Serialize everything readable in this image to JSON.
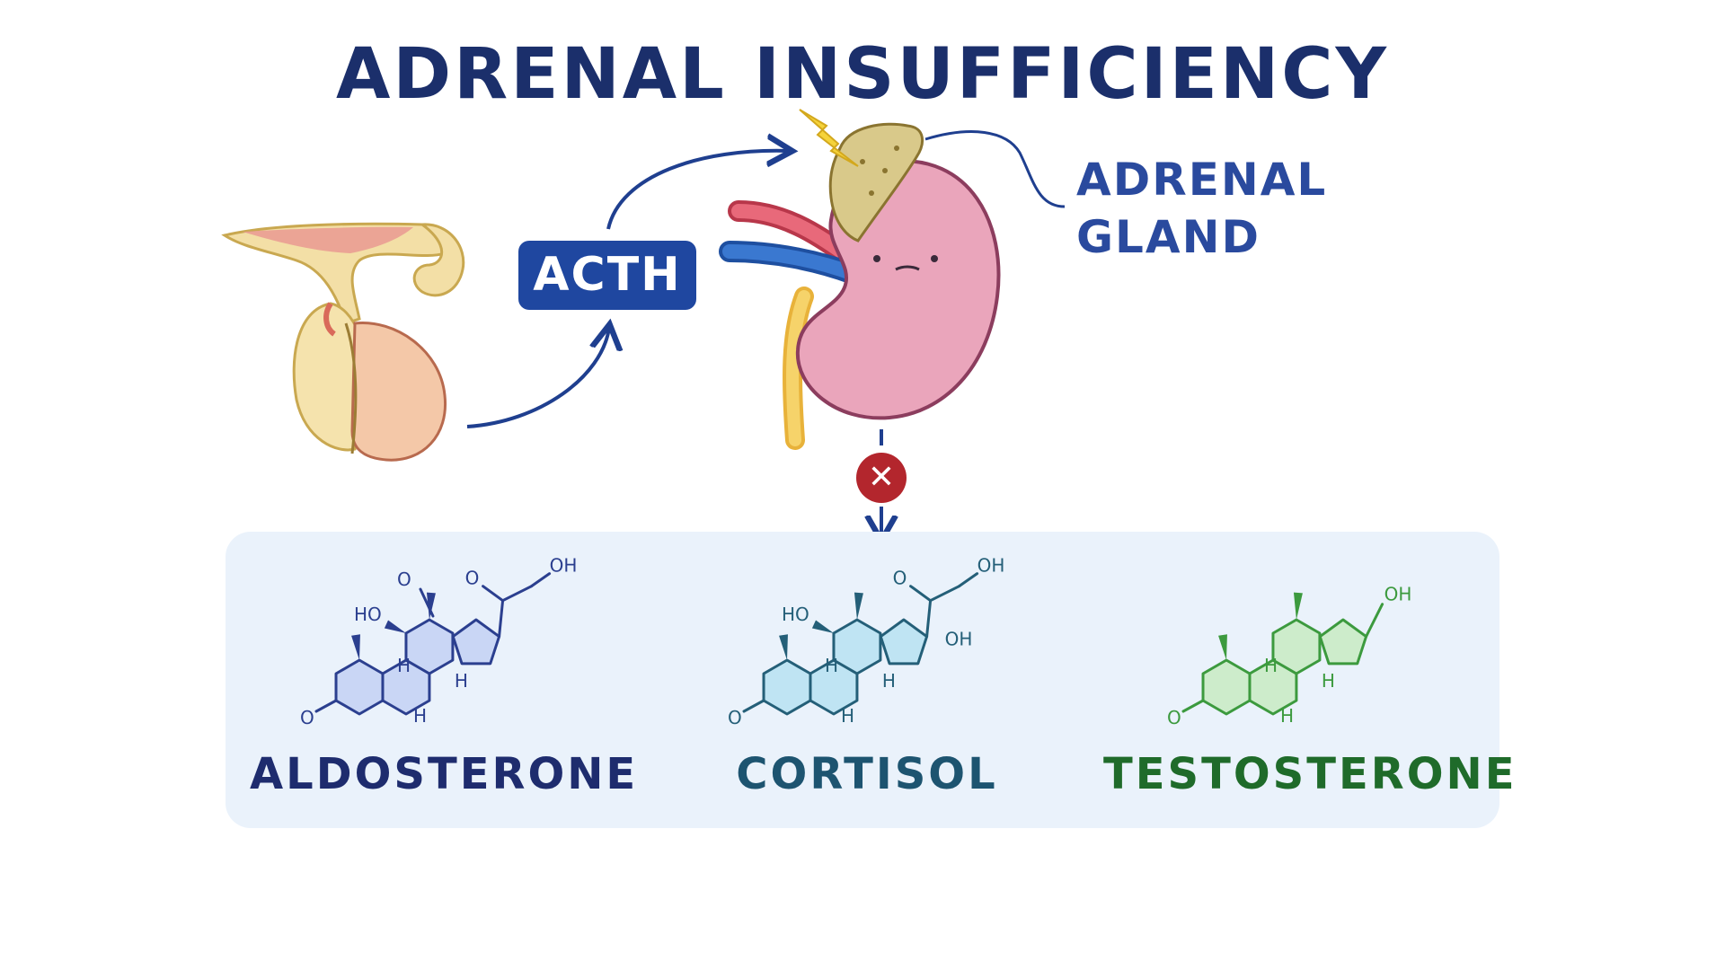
{
  "title": "ADRENAL INSUFFICIENCY",
  "acth_label": "ACTH",
  "adrenal_gland_label": {
    "line1": "ADRENAL",
    "line2": "GLAND"
  },
  "blocked_symbol": "✕",
  "hormones": [
    {
      "name": "ALDOSTERONE",
      "color": "#1e2c6e",
      "structure_color": "#2b3f8f",
      "ring_fill": "#c9d6f5"
    },
    {
      "name": "CORTISOL",
      "color": "#1d5470",
      "structure_color": "#245f78",
      "ring_fill": "#bfe4f3"
    },
    {
      "name": "TESTOSTERONE",
      "color": "#1f6b2a",
      "structure_color": "#3c9a3e",
      "ring_fill": "#cdeccb"
    }
  ],
  "molecule_text": {
    "aldosterone": {
      "oh_top": "OH",
      "ho": "HO",
      "o_keto": "O",
      "o_ald": "O",
      "h1": "H",
      "h2": "H",
      "h3": "H",
      "o_ring": "O"
    },
    "cortisol": {
      "oh_top": "OH",
      "oh_side": "OH",
      "ho": "HO",
      "o_keto": "O",
      "h1": "H",
      "h2": "H",
      "h3": "H",
      "o_ring": "O"
    },
    "testosterone": {
      "oh_top": "OH",
      "h1": "H",
      "h2": "H",
      "h3": "H",
      "o_ring": "O"
    }
  },
  "colors": {
    "title": "#1b2f6b",
    "arrow": "#1f3f8f",
    "kidney": "#e9a3b8",
    "adrenal": "#d9c98a",
    "lightning": "#f5d33a",
    "block_red": "#b3262d",
    "panel": "#eaf2fb"
  }
}
